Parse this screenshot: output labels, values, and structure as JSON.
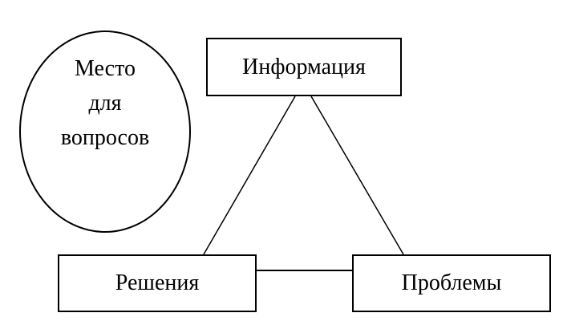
{
  "ellipse": {
    "lines": [
      "Место",
      "для",
      "вопросов"
    ]
  },
  "boxes": {
    "information": "Информация",
    "decisions": "Решения",
    "problems": "Проблемы"
  },
  "colors": {
    "stroke": "#000000",
    "background": "#ffffff"
  }
}
